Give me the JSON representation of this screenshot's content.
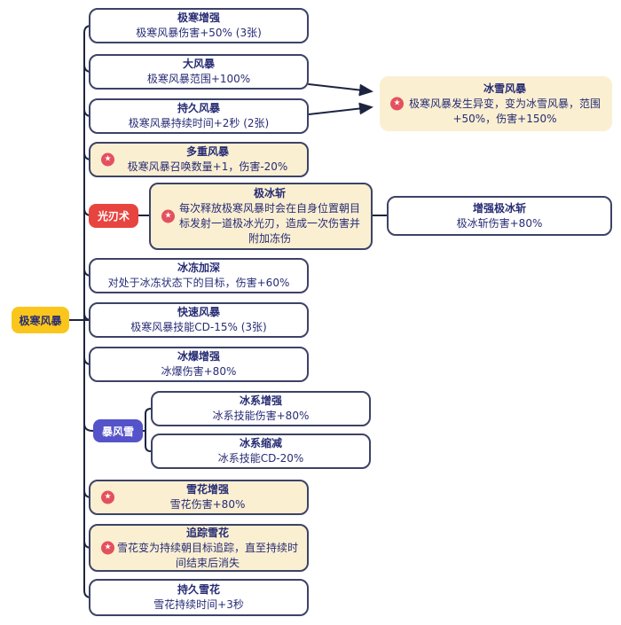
{
  "palette": {
    "line": "#1d2440",
    "card_border": "#3c4366",
    "card_text": "#272c74",
    "cream_bg": "#faefd1",
    "white_bg": "#ffffff",
    "root_node": "#fbc61c",
    "red_node": "#e8443f",
    "purple_node": "#5553c9",
    "star_badge": "#e4505e"
  },
  "icons": {
    "star": "★"
  },
  "root": {
    "label": "极寒风暴"
  },
  "branches": {
    "guangren": {
      "label": "光刃术"
    },
    "baofengxue": {
      "label": "暴风雪"
    }
  },
  "cards": {
    "jihan": {
      "title": "极寒增强",
      "desc": "极寒风暴伤害+50% (3张)"
    },
    "dafengbao": {
      "title": "大风暴",
      "desc": "极寒风暴范围+100%"
    },
    "chijiufb": {
      "title": "持久风暴",
      "desc": "极寒风暴持续时间+2秒 (2张)"
    },
    "duochong": {
      "title": "多重风暴",
      "desc": "极寒风暴召唤数量+1，伤害-20%"
    },
    "jibingzhan": {
      "title": "极冰斩",
      "desc": "每次释放极寒风暴时会在自身位置朝目标发射一道极冰光刃，造成一次伤害并附加冻伤"
    },
    "bingdong": {
      "title": "冰冻加深",
      "desc": "对处于冰冻状态下的目标，伤害+60%"
    },
    "kuaisu": {
      "title": "快速风暴",
      "desc": "极寒风暴技能CD-15% (3张)"
    },
    "bingbao": {
      "title": "冰爆增强",
      "desc": "冰爆伤害+80%"
    },
    "bingxizq": {
      "title": "冰系增强",
      "desc": "冰系技能伤害+80%"
    },
    "bingxisj": {
      "title": "冰系缩减",
      "desc": "冰系技能CD-20%"
    },
    "xuehuazq": {
      "title": "雪花增强",
      "desc": "雪花伤害+80%"
    },
    "zhuizong": {
      "title": "追踪雪花",
      "desc": "雪花变为持续朝目标追踪，直至持续时间结束后消失"
    },
    "chijiuxh": {
      "title": "持久雪花",
      "desc": "雪花持续时间+3秒"
    },
    "bingxuefb": {
      "title": "冰雪风暴",
      "desc": "极寒风暴发生异变，变为冰雪风暴，范围+50%，伤害+150%"
    },
    "zengqiangjbz": {
      "title": "增强极冰斩",
      "desc": "极冰斩伤害+80%"
    }
  }
}
